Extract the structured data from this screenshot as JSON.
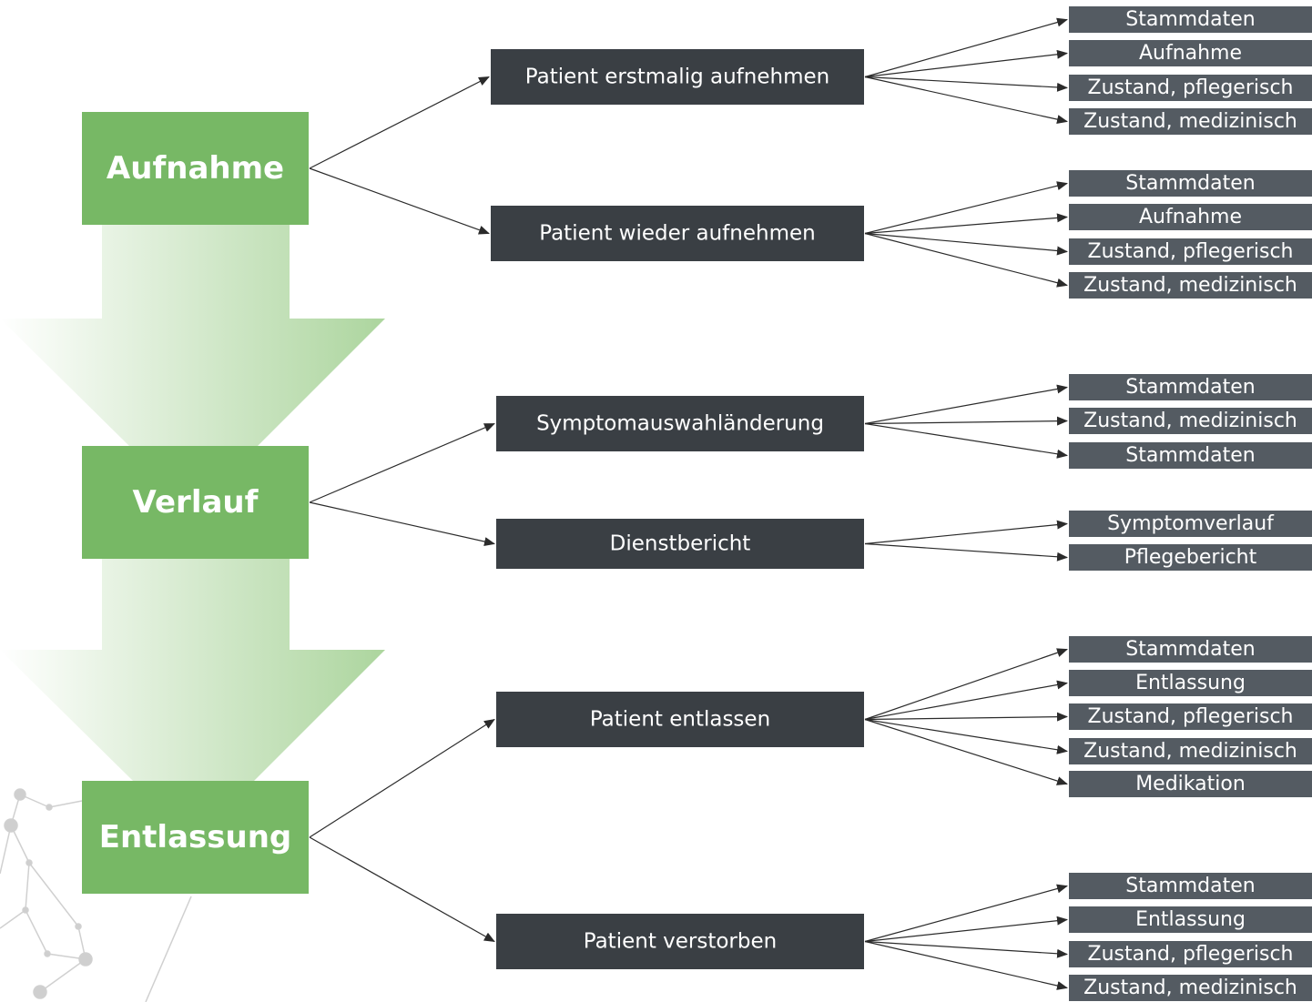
{
  "colors": {
    "phase_fill": "#77b865",
    "process_fill": "#3a3f44",
    "leaf_fill": "#545b62",
    "arrow_band": "#a8d399",
    "connector": "#2b2b2b",
    "network_decoration": "#cccccc"
  },
  "phases": [
    {
      "label": "Aufnahme",
      "processes": [
        {
          "label": "Patient erstmalig aufnehmen",
          "outputs": [
            "Stammdaten",
            "Aufnahme",
            "Zustand, pflegerisch",
            "Zustand, medizinisch"
          ]
        },
        {
          "label": "Patient wieder aufnehmen",
          "outputs": [
            "Stammdaten",
            "Aufnahme",
            "Zustand, pflegerisch",
            "Zustand, medizinisch"
          ]
        }
      ]
    },
    {
      "label": "Verlauf",
      "processes": [
        {
          "label": "Symptomauswahländerung",
          "outputs": [
            "Stammdaten",
            "Zustand, medizinisch",
            "Stammdaten"
          ]
        },
        {
          "label": "Dienstbericht",
          "outputs": [
            "Symptomverlauf",
            "Pflegebericht"
          ]
        }
      ]
    },
    {
      "label": "Entlassung",
      "processes": [
        {
          "label": "Patient entlassen",
          "outputs": [
            "Stammdaten",
            "Entlassung",
            "Zustand, pflegerisch",
            "Zustand, medizinisch",
            "Medikation"
          ]
        },
        {
          "label": "Patient verstorben",
          "outputs": [
            "Stammdaten",
            "Entlassung",
            "Zustand, pflegerisch",
            "Zustand, medizinisch"
          ]
        }
      ]
    }
  ]
}
